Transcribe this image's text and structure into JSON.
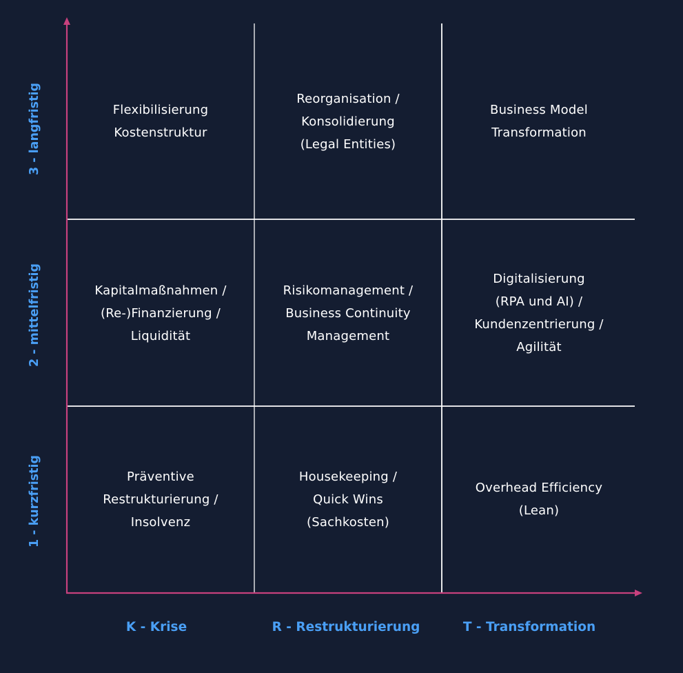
{
  "colors": {
    "background": "#141d31",
    "axis": "#c8417e",
    "grid": "#ffffff",
    "label": "#4a9ff5",
    "text": "#ffffff"
  },
  "columns": [
    {
      "label": "K - Krise"
    },
    {
      "label": "R - Restrukturierung"
    },
    {
      "label": "T - Transformation"
    }
  ],
  "rows": [
    {
      "label": "3 - langfristig"
    },
    {
      "label": "2 - mittelfristig"
    },
    {
      "label": "1 - kurzfristig"
    }
  ],
  "cells": [
    [
      "Flexibilisierung\nKostenstruktur",
      "Reorganisation /\nKonsolidierung\n(Legal Entities)",
      "Business Model\nTransformation"
    ],
    [
      "Kapitalmaßnahmen /\n(Re-)Finanzierung /\nLiquidität",
      "Risikomanagement /\nBusiness Continuity\nManagement",
      "Digitalisierung\n(RPA und AI) /\nKundenzentrierung /\nAgilität"
    ],
    [
      "Präventive\nRestrukturierung /\nInsolvenz",
      "Housekeeping /\nQuick Wins\n(Sachkosten)",
      "Overhead Efficiency\n(Lean)"
    ]
  ]
}
